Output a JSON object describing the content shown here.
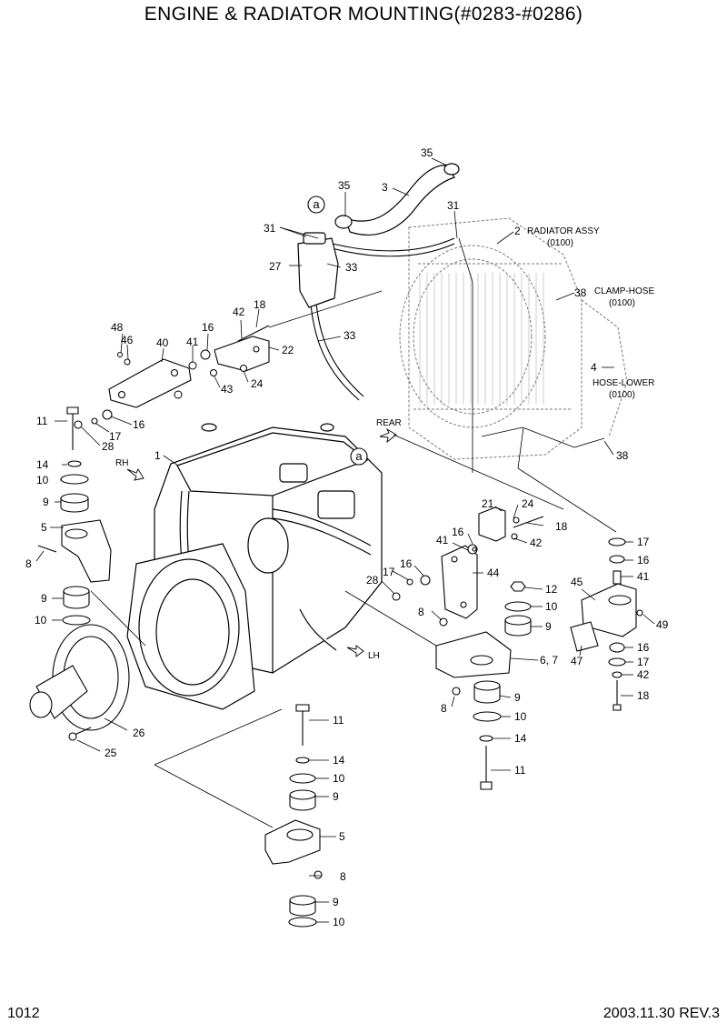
{
  "title": "ENGINE & RADIATOR MOUNTING(#0283-#0286)",
  "footer": {
    "page": "1012",
    "revision": "2003.11.30 REV.3"
  },
  "callouts": [
    {
      "id": "c35a",
      "label": "35"
    },
    {
      "id": "c35b",
      "label": "35"
    },
    {
      "id": "c3",
      "label": "3"
    },
    {
      "id": "c31a",
      "label": "31"
    },
    {
      "id": "c31b",
      "label": "31"
    },
    {
      "id": "c27",
      "label": "27"
    },
    {
      "id": "c33a",
      "label": "33"
    },
    {
      "id": "c33b",
      "label": "33"
    },
    {
      "id": "c2",
      "label": "2"
    },
    {
      "id": "c38a",
      "label": "38"
    },
    {
      "id": "c4",
      "label": "4"
    },
    {
      "id": "c38b",
      "label": "38"
    },
    {
      "id": "c18a",
      "label": "18"
    },
    {
      "id": "c42a",
      "label": "42"
    },
    {
      "id": "c16a",
      "label": "16"
    },
    {
      "id": "c48",
      "label": "48"
    },
    {
      "id": "c46",
      "label": "46"
    },
    {
      "id": "c40",
      "label": "40"
    },
    {
      "id": "c41a",
      "label": "41"
    },
    {
      "id": "c22",
      "label": "22"
    },
    {
      "id": "c43",
      "label": "43"
    },
    {
      "id": "c24a",
      "label": "24"
    },
    {
      "id": "c11a",
      "label": "11"
    },
    {
      "id": "c16b",
      "label": "16"
    },
    {
      "id": "c17a",
      "label": "17"
    },
    {
      "id": "c28a",
      "label": "28"
    },
    {
      "id": "c1",
      "label": "1"
    },
    {
      "id": "c14a",
      "label": "14"
    },
    {
      "id": "c10a",
      "label": "10"
    },
    {
      "id": "c9a",
      "label": "9"
    },
    {
      "id": "c5a",
      "label": "5"
    },
    {
      "id": "c8a",
      "label": "8"
    },
    {
      "id": "c9b",
      "label": "9"
    },
    {
      "id": "c10b",
      "label": "10"
    },
    {
      "id": "c26",
      "label": "26"
    },
    {
      "id": "c25",
      "label": "25"
    },
    {
      "id": "c21",
      "label": "21"
    },
    {
      "id": "c24b",
      "label": "24"
    },
    {
      "id": "c18b",
      "label": "18"
    },
    {
      "id": "c42b",
      "label": "42"
    },
    {
      "id": "c41b",
      "label": "41"
    },
    {
      "id": "c16c",
      "label": "16"
    },
    {
      "id": "c44",
      "label": "44"
    },
    {
      "id": "c16d",
      "label": "16"
    },
    {
      "id": "c17b",
      "label": "17"
    },
    {
      "id": "c28b",
      "label": "28"
    },
    {
      "id": "c12",
      "label": "12"
    },
    {
      "id": "c10c",
      "label": "10"
    },
    {
      "id": "c8b",
      "label": "8"
    },
    {
      "id": "c9c",
      "label": "9"
    },
    {
      "id": "c67",
      "label": "6, 7"
    },
    {
      "id": "c8c",
      "label": "8"
    },
    {
      "id": "c9d",
      "label": "9"
    },
    {
      "id": "c10d",
      "label": "10"
    },
    {
      "id": "c14b",
      "label": "14"
    },
    {
      "id": "c11b",
      "label": "11"
    },
    {
      "id": "c17c",
      "label": "17"
    },
    {
      "id": "c16e",
      "label": "16"
    },
    {
      "id": "c41c",
      "label": "41"
    },
    {
      "id": "c45",
      "label": "45"
    },
    {
      "id": "c49",
      "label": "49"
    },
    {
      "id": "c47",
      "label": "47"
    },
    {
      "id": "c16f",
      "label": "16"
    },
    {
      "id": "c17d",
      "label": "17"
    },
    {
      "id": "c42c",
      "label": "42"
    },
    {
      "id": "c18c",
      "label": "18"
    },
    {
      "id": "c11c",
      "label": "11"
    },
    {
      "id": "c14c",
      "label": "14"
    },
    {
      "id": "c10e",
      "label": "10"
    },
    {
      "id": "c9e",
      "label": "9"
    },
    {
      "id": "c5b",
      "label": "5"
    },
    {
      "id": "c8d",
      "label": "8"
    },
    {
      "id": "c9f",
      "label": "9"
    },
    {
      "id": "c10f",
      "label": "10"
    }
  ],
  "notes": {
    "radiator_assy": "RADIATOR ASSY",
    "radiator_code": "(0100)",
    "clamp_hose": "CLAMP-HOSE",
    "clamp_code": "(0100)",
    "hose_lower": "HOSE-LOWER",
    "hose_code": "(0100)"
  },
  "markers": {
    "ref_a": "a"
  },
  "directions": {
    "rear": "REAR",
    "rh": "RH",
    "lh": "LH"
  }
}
